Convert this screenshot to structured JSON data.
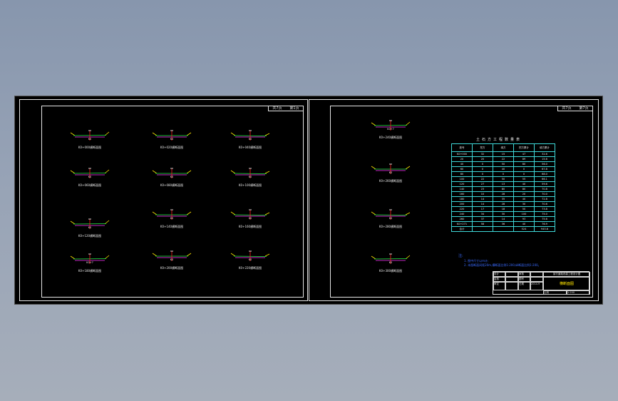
{
  "colors": {
    "background_top": "#8796ad",
    "canvas": "#000000",
    "frame": "#e6e6e6",
    "road_surface_green": "#22ee44",
    "road_edge_magenta": "#ff33ff",
    "axis_red": "#ff2020",
    "slope_yellow": "#ffe400",
    "table_grid": "#3fd8d8",
    "note_blue": "#3a6bff"
  },
  "sheet_left": {
    "page_box": {
      "cell1": "共7页",
      "cell2": "第1页"
    },
    "sections": [
      {
        "stake": "K0",
        "caption": "K0+000横断面图"
      },
      {
        "stake": "K0",
        "caption": "K0+020横断面图"
      },
      {
        "stake": "K0",
        "caption": "K0+040横断面图"
      },
      {
        "stake": "K0",
        "caption": "K0+060横断面图"
      },
      {
        "stake": "K0",
        "caption": "K0+080横断面图"
      },
      {
        "stake": "K0",
        "caption": "K0+100横断面图"
      },
      {
        "stake": "K0",
        "caption": "K0+120横断面图"
      },
      {
        "stake": "K0",
        "caption": "K0+140横断面图"
      },
      {
        "stake": "K0",
        "caption": "K0+160横断面图"
      },
      {
        "stake": "K0+7",
        "caption": "K0+180横断面图"
      },
      {
        "stake": "K0",
        "caption": "K0+200横断面图"
      },
      {
        "stake": "K0",
        "caption": "K0+220横断面图"
      }
    ]
  },
  "sheet_right": {
    "page_box": {
      "cell1": "共7页",
      "cell2": "第7页"
    },
    "sections": [
      {
        "stake": "K0+7",
        "caption": "K0+240横断面图"
      },
      {
        "stake": "K0",
        "caption": "K0+260横断面图"
      },
      {
        "stake": "K0",
        "caption": "K0+280横断面图"
      },
      {
        "stake": "K0",
        "caption": "K0+300横断面图"
      }
    ],
    "table_title": "土石方工程数量表",
    "table_headers": [
      "桩号",
      "挖方",
      "填方",
      "挖方累计",
      "填方累计"
    ],
    "table_rows": [
      [
        "K0+000",
        "32",
        "15",
        "47",
        "32.6"
      ],
      [
        "20",
        "20",
        "22",
        "89",
        "15.6"
      ],
      [
        "40",
        "0",
        "50",
        "80",
        "56.0"
      ],
      [
        "60",
        "0",
        "40",
        "0",
        "67.8"
      ],
      [
        "80",
        "0",
        "0",
        "0",
        "68.0"
      ],
      [
        "100",
        "22",
        "50",
        "55",
        "66.1"
      ],
      [
        "120",
        "27",
        "13",
        "40",
        "59.6"
      ],
      [
        "140",
        "23",
        "80",
        "80",
        "70.8"
      ],
      [
        "160",
        "10",
        "28",
        "20",
        "70.0"
      ],
      [
        "180",
        "14",
        "35",
        "40",
        "72.8"
      ],
      [
        "200",
        "14",
        "28",
        "30",
        "70.6"
      ],
      [
        "220",
        "17",
        "18",
        "50",
        "73.8"
      ],
      [
        "240",
        "34",
        "30",
        "100",
        "75.0"
      ],
      [
        "260",
        "37",
        "14",
        "93",
        "75.6"
      ],
      [
        "K0+271",
        "58",
        "36",
        "40",
        "76.9"
      ],
      [
        "合计",
        "",
        "",
        "524",
        "945.6"
      ]
    ],
    "notes_title": "注:",
    "notes": [
      "1. 图中尺寸以m计;",
      "2. 本图断面间距20m,横断面比例1:200,纵断面比例1:200。"
    ],
    "title_block": {
      "project": "某村道路改建工程设计图",
      "drawing_name": "横断面图",
      "row1": [
        "设计",
        "",
        "审核",
        ""
      ],
      "row2": [
        "复核",
        "",
        "图号",
        ""
      ],
      "row3": [
        "审定",
        "",
        "日期",
        "2014.9"
      ],
      "scale_label": "比例",
      "scale_value": "1:200"
    }
  }
}
